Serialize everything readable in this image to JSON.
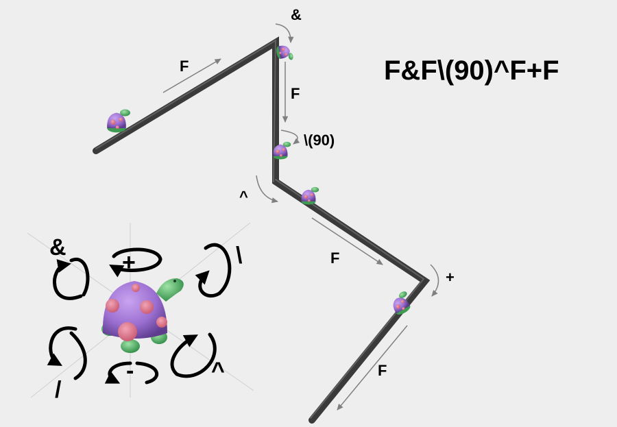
{
  "formula": "F&F\\(90)^F+F",
  "path_labels": {
    "seg1_forward": "F",
    "pitch_down": "&",
    "seg2_forward": "F",
    "roll_right_angle": "\\(90)",
    "pitch_up": "^",
    "seg3_forward": "F",
    "turn_left": "+",
    "seg4_forward": "F"
  },
  "rotation_key": {
    "pitch_down": "&",
    "turn_left": "+",
    "roll_right": "\\",
    "roll_left": "/",
    "turn_right": "-",
    "pitch_up": "^"
  },
  "colors": {
    "background": "#eeeeee",
    "branch": "#3a3a3a",
    "turtle_shell": "#9b6fd1",
    "turtle_spots": "#d9708a",
    "turtle_body": "#4fae62",
    "annotation_arrow": "#808080"
  }
}
